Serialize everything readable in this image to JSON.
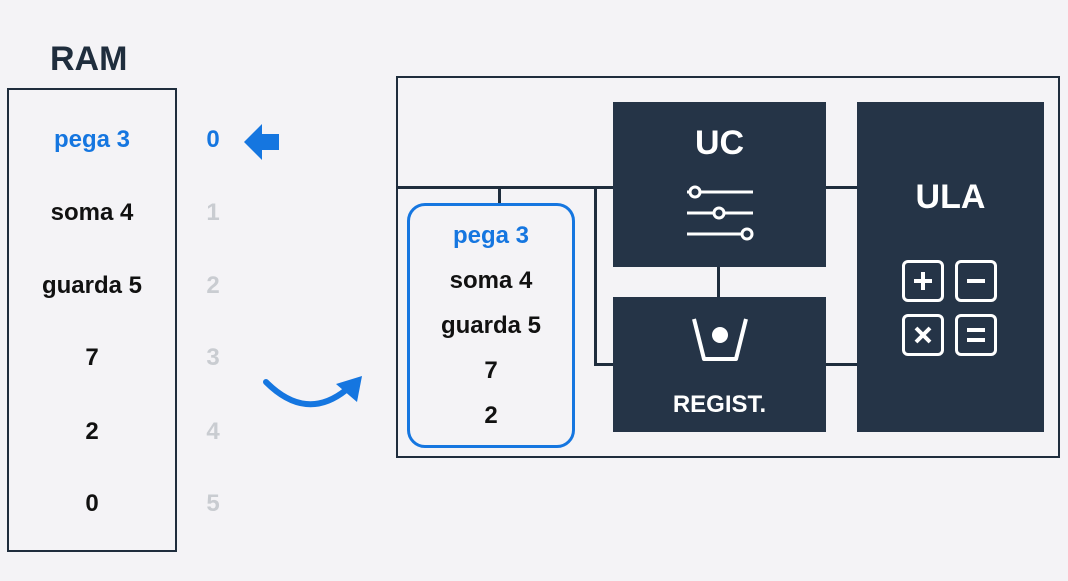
{
  "ram": {
    "title": "RAM",
    "cells": [
      "pega 3",
      "soma 4",
      "guarda 5",
      "7",
      "2",
      "0"
    ],
    "addresses": [
      "0",
      "1",
      "2",
      "3",
      "4",
      "5"
    ]
  },
  "cpu": {
    "uc_label": "UC",
    "ula_label": "ULA",
    "reg_label": "REGIST.",
    "cache_items": [
      "pega 3",
      "soma 4",
      "guarda 5",
      "7",
      "2"
    ]
  },
  "colors": {
    "accent": "#1576e0",
    "dark": "#253447",
    "muted": "#c9ccd1",
    "background": "#f4f3f6"
  },
  "icons": [
    "left-arrow-icon",
    "curved-arrow-icon",
    "sliders-icon",
    "cup-icon",
    "plus-key-icon",
    "minus-key-icon",
    "times-key-icon",
    "equals-key-icon"
  ]
}
